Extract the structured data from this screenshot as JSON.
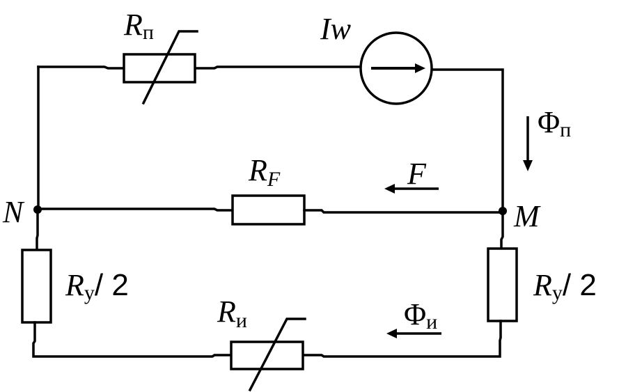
{
  "diagram": {
    "title": "Magnetic equivalent circuit",
    "nodes": {
      "left": "N",
      "right": "M"
    },
    "components": {
      "r_p": {
        "symbol": "R",
        "subscript": "п",
        "type": "variable-resistor"
      },
      "source": {
        "symbol": "Iw",
        "type": "mmf-source",
        "direction": "right"
      },
      "r_f": {
        "symbol": "R",
        "subscript": "F",
        "type": "resistor"
      },
      "r_y_left": {
        "symbol": "R",
        "subscript": "у",
        "suffix": "/ 2",
        "type": "resistor"
      },
      "r_y_right": {
        "symbol": "R",
        "subscript": "у",
        "suffix": "/ 2",
        "type": "resistor"
      },
      "r_i": {
        "symbol": "R",
        "subscript": "и",
        "type": "variable-resistor"
      }
    },
    "arrows": {
      "flux_p": {
        "symbol": "Φ",
        "subscript": "п",
        "direction": "down"
      },
      "force": {
        "symbol": "F",
        "direction": "left"
      },
      "flux_i": {
        "symbol": "Φ",
        "subscript": "и",
        "direction": "left"
      }
    }
  }
}
